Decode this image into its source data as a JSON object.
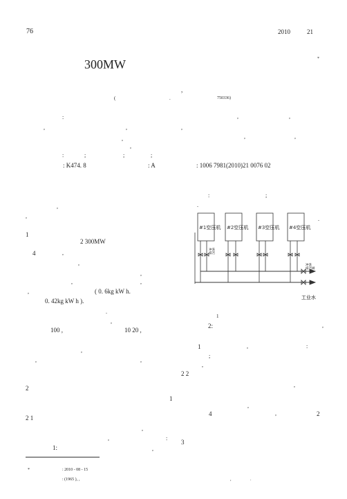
{
  "header": {
    "page_number": "76",
    "year": "2010",
    "issue": "21"
  },
  "title": {
    "marker": "*",
    "text": "300MW"
  },
  "authors": {
    "mark": ","
  },
  "affiliation": {
    "paren": "(",
    "dot": ".",
    "postcode": "750336)"
  },
  "abstract_marks": {
    "colon": ":",
    "c1": ",",
    "c2": ",",
    "c3": ",",
    "c4": ",",
    "c5": ",",
    "c6": ",",
    "c7": ",",
    "c8": ",",
    "c9": ","
  },
  "keywords": {
    "colon": ":",
    "s1": ";",
    "s2": ";",
    "s3": ";"
  },
  "classification": {
    "clc": ": K474. 8",
    "doc_code": ": A",
    "article_id": ": 1006    7981(2010)21    0076    02"
  },
  "right_intro": {
    "colon": ":",
    "semi": ";",
    "dot": ".",
    "dot2": "."
  },
  "left_body": {
    "comma_a": ",",
    "comma_b": ",",
    "sec1": "1",
    "line_300mw": "2     300MW",
    "line_4": "4",
    "comma_c": ",",
    "comma_d": ",",
    "comma_e": ",",
    "comma_f": ",",
    "comma_g": ",",
    "comma_h": ",",
    "line_06": "(     0. 6kg  kW     h.",
    "line_042": "0. 42kg   kW     h               ).",
    "dot_a": ".",
    "comma_i": ",",
    "line_100": "100    ,",
    "line_10_20": "10        20    ,",
    "comma_j": ",",
    "comma_k": ",",
    "comma_l": ",",
    "sec2": "2",
    "sec21": "2  1",
    "comma_m": ",",
    "comma_n": ",",
    "colon_b": ":",
    "fig_ref": "1:",
    "comma_o": ","
  },
  "right_body": {
    "fig_caption_num": "1",
    "sec2_colon": "2:",
    "comma_a": ",",
    "item1": "1",
    "comma_b": ",",
    "colon_a": ":",
    "semi_a": ";",
    "comma_c": ",",
    "sec22": "2  2",
    "comma_d": ",",
    "item1b": "1",
    "comma_e": ",",
    "item4": "4",
    "comma_f": ",",
    "item2": "2",
    "item3": "3"
  },
  "footnote": {
    "marker": "*",
    "received": ": 2010 -   08 -   15",
    "author_info": ":         (1965     ),     ,",
    "tail1": ",",
    "tail2": "."
  },
  "figure": {
    "units": [
      "#1空压机",
      "#2空压机",
      "#3空压机",
      "#4空压机"
    ],
    "tag_left": "冲洗\n排污",
    "tag_right": "冲洗\n排污阀",
    "pipe_label": "工业水"
  }
}
